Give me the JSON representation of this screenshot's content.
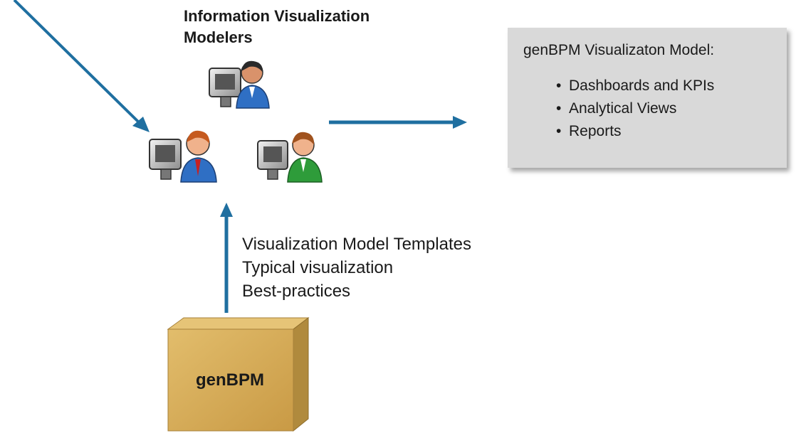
{
  "modelers": {
    "title": "Information Visualization\nModelers",
    "icons": [
      "user-at-computer-icon",
      "user-at-computer-icon",
      "user-at-computer-icon"
    ]
  },
  "output_model": {
    "title": "genBPM Visualizaton Model:",
    "items": [
      "Dashboards and KPIs",
      "Analytical Views",
      "Reports"
    ]
  },
  "templates": {
    "lines": [
      "Visualization Model Templates",
      "Typical visualization",
      "Best-practices"
    ]
  },
  "source": {
    "label": "genBPM"
  },
  "colors": {
    "arrow": "#1f6fa0",
    "box_face": "#d7ae58",
    "box_side": "#b08a3d",
    "box_top": "#e6c477",
    "panel": "#d9d9d9"
  }
}
